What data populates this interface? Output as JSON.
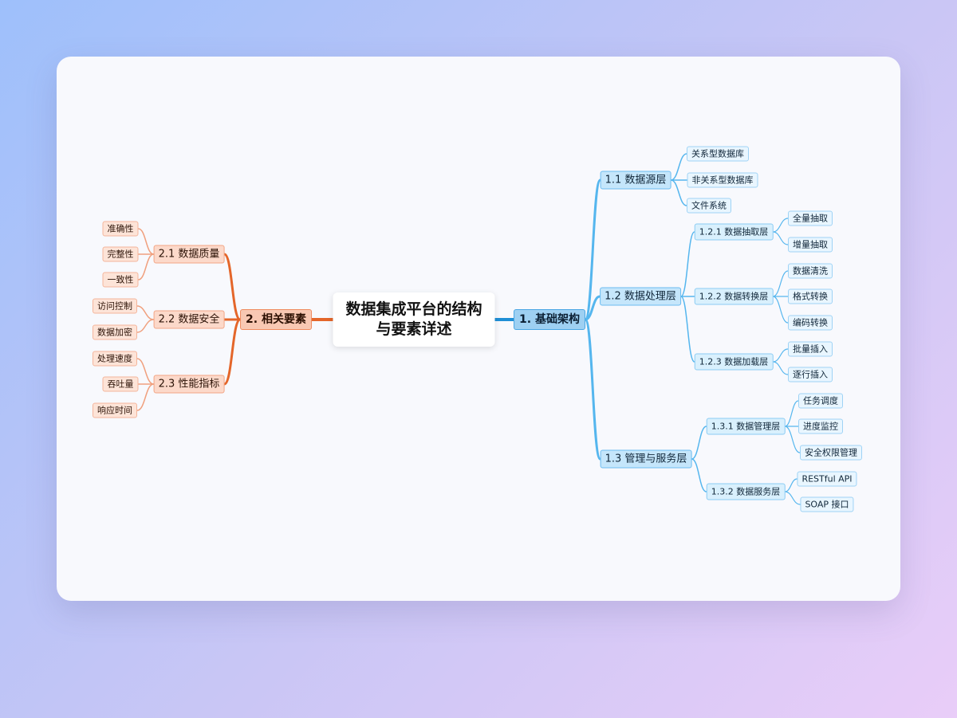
{
  "root": {
    "line1": "数据集成平台的结构",
    "line2": "与要素详述"
  },
  "branch1": {
    "label": "1. 基础架构",
    "s11": {
      "label": "1.1 数据源层",
      "items": [
        "关系型数据库",
        "非关系型数据库",
        "文件系统"
      ]
    },
    "s12": {
      "label": "1.2 数据处理层",
      "a": {
        "label": "1.2.1 数据抽取层",
        "items": [
          "全量抽取",
          "增量抽取"
        ]
      },
      "b": {
        "label": "1.2.2 数据转换层",
        "items": [
          "数据清洗",
          "格式转换",
          "编码转换"
        ]
      },
      "c": {
        "label": "1.2.3 数据加载层",
        "items": [
          "批量插入",
          "逐行插入"
        ]
      }
    },
    "s13": {
      "label": "1.3 管理与服务层",
      "a": {
        "label": "1.3.1 数据管理层",
        "items": [
          "任务调度",
          "进度监控",
          "安全权限管理"
        ]
      },
      "b": {
        "label": "1.3.2 数据服务层",
        "items": [
          "RESTful API",
          "SOAP 接口"
        ]
      }
    }
  },
  "branch2": {
    "label": "2. 相关要素",
    "s21": {
      "label": "2.1 数据质量",
      "items": [
        "准确性",
        "完整性",
        "一致性"
      ]
    },
    "s22": {
      "label": "2.2 数据安全",
      "items": [
        "访问控制",
        "数据加密"
      ]
    },
    "s23": {
      "label": "2.3 性能指标",
      "items": [
        "处理速度",
        "吞吐量",
        "响应时间"
      ]
    }
  },
  "colors": {
    "blue_main": "#1f8fd6",
    "blue_link": "#55b6ee",
    "orange_main": "#e4662a",
    "orange_link": "#f0a07e"
  }
}
